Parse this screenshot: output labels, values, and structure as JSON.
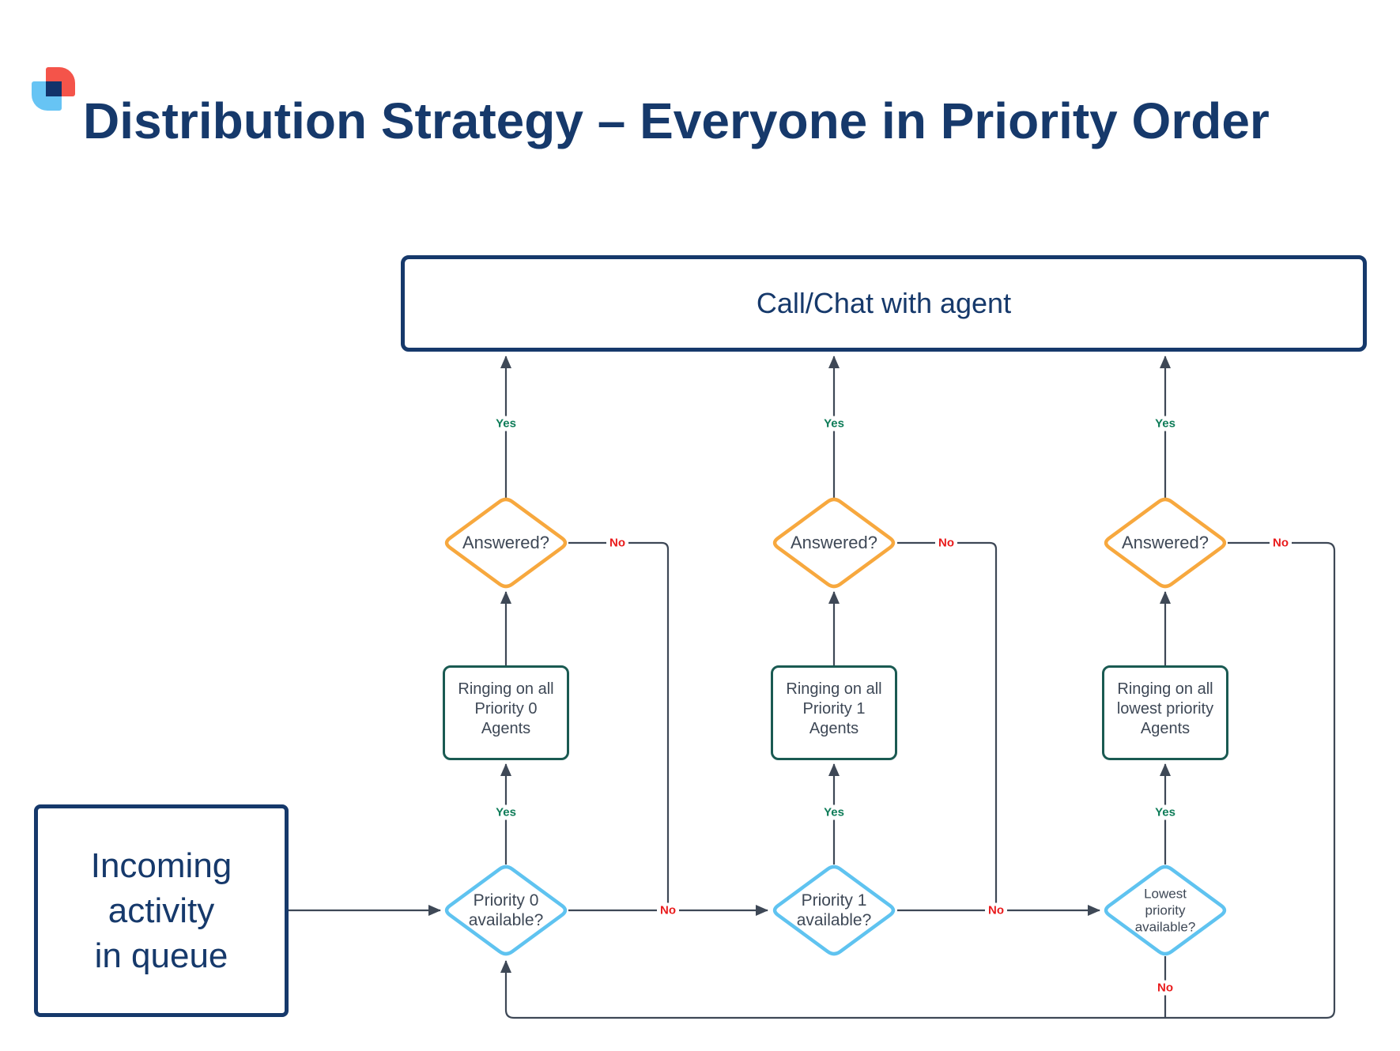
{
  "title": "Distribution Strategy – Everyone in Priority Order",
  "top_box": {
    "label": "Call/Chat with agent"
  },
  "source_box": {
    "lines": [
      "Incoming",
      "activity",
      "in queue"
    ]
  },
  "columns": [
    {
      "answered": {
        "label": "Answered?",
        "yes": "Yes",
        "no": "No"
      },
      "ringing_lines": [
        "Ringing on all",
        "Priority 0",
        "Agents"
      ],
      "available": {
        "lines": [
          "Priority 0",
          "available?"
        ],
        "yes": "Yes",
        "no": "No"
      }
    },
    {
      "answered": {
        "label": "Answered?",
        "yes": "Yes",
        "no": "No"
      },
      "ringing_lines": [
        "Ringing on all",
        "Priority 1",
        "Agents"
      ],
      "available": {
        "lines": [
          "Priority 1",
          "available?"
        ],
        "yes": "Yes",
        "no": "No"
      }
    },
    {
      "answered": {
        "label": "Answered?",
        "yes": "Yes",
        "no": "No"
      },
      "ringing_lines": [
        "Ringing on all",
        "lowest priority",
        "Agents"
      ],
      "available": {
        "lines": [
          "Lowest",
          "priority",
          "available?"
        ],
        "yes": "Yes",
        "no": "No"
      }
    }
  ],
  "colors": {
    "navy": "#16396B",
    "line_slate": "#3E4856",
    "answered_diamond_orange": "#F7A83E",
    "ringing_box_teal": "#1A5A52",
    "available_diamond_blue": "#5FC3F0",
    "yes_green": "#0E7C58",
    "no_red": "#E91B1C",
    "logo_red": "#F4544A",
    "logo_blue": "#67C4F4",
    "logo_navy": "#12336B",
    "background": "#FFFFFF"
  }
}
